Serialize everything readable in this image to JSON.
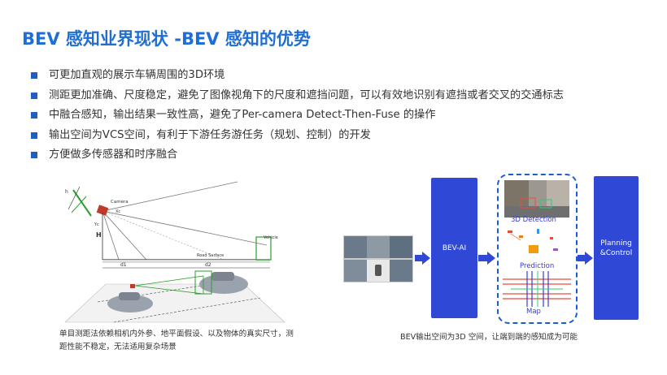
{
  "title": "BEV 感知业界现状 -BEV 感知的优势",
  "bullets": [
    "可更加直观的展示车辆周围的3D环境",
    "测距更加准确、尺度稳定，避免了图像视角下的尺度和遮挡问题，可以有效地识别有遮挡或者交叉的交通标志",
    "中融合感知，输出结果一致性高，避免了Per-camera Detect-Then-Fuse 的操作",
    "输出空间为VCS空间，有利于下游任务游任务（规划、控制）的开发",
    "方便做多传感器和时序融合"
  ],
  "left_figure": {
    "labels": {
      "camera": "Camera",
      "vehicle": "Vehicle",
      "road_surface": "Road Surface",
      "h": "H",
      "d1": "d1",
      "d2": "d2",
      "yc": "Yc",
      "xc": "Xc",
      "h_small": "h"
    },
    "caption_line1": "单目测距法依赖相机内外参、地平面假设、以及物体的真实尺寸，测",
    "caption_line2": "距性能不稳定，无法适用复杂场景"
  },
  "pipeline": {
    "bev_ai": "BEV-AI",
    "planning_line1": "Planning",
    "planning_line2": "&Control",
    "detection_label": "3D Detection",
    "prediction_label": "Prediction",
    "map_label": "Map",
    "caption": "BEV输出空间为3D 空间，让端到端的感知成为可能"
  },
  "colors": {
    "title": "#1f6ed4",
    "bullet_square": "#1f5fbf",
    "pipeline_box": "#2f48d6",
    "dashed_border": "#1a5fd1"
  }
}
